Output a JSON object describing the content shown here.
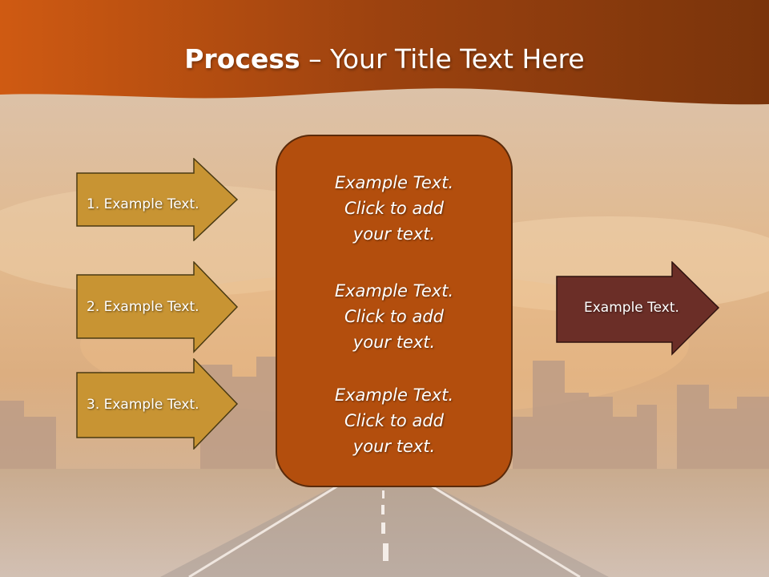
{
  "slide": {
    "title_bold": "Process",
    "title_rest": " – Your Title Text Here"
  },
  "left_arrows": [
    {
      "label": "1. Example Text."
    },
    {
      "label": "2. Example Text."
    },
    {
      "label": "3. Example Text."
    }
  ],
  "center_box": {
    "blocks": [
      {
        "lines": [
          "Example Text.",
          "Click  to add",
          "your text."
        ]
      },
      {
        "lines": [
          "Example Text.",
          "Click  to add",
          "your text."
        ]
      },
      {
        "lines": [
          "Example Text.",
          "Click  to add",
          "your text."
        ]
      }
    ]
  },
  "right_arrow": {
    "label": "Example Text."
  },
  "colors": {
    "header_orange": "#a9450c",
    "left_arrow_fill": "#c89433",
    "center_box_fill": "#b34e0d",
    "right_arrow_fill": "#6b2e27"
  }
}
